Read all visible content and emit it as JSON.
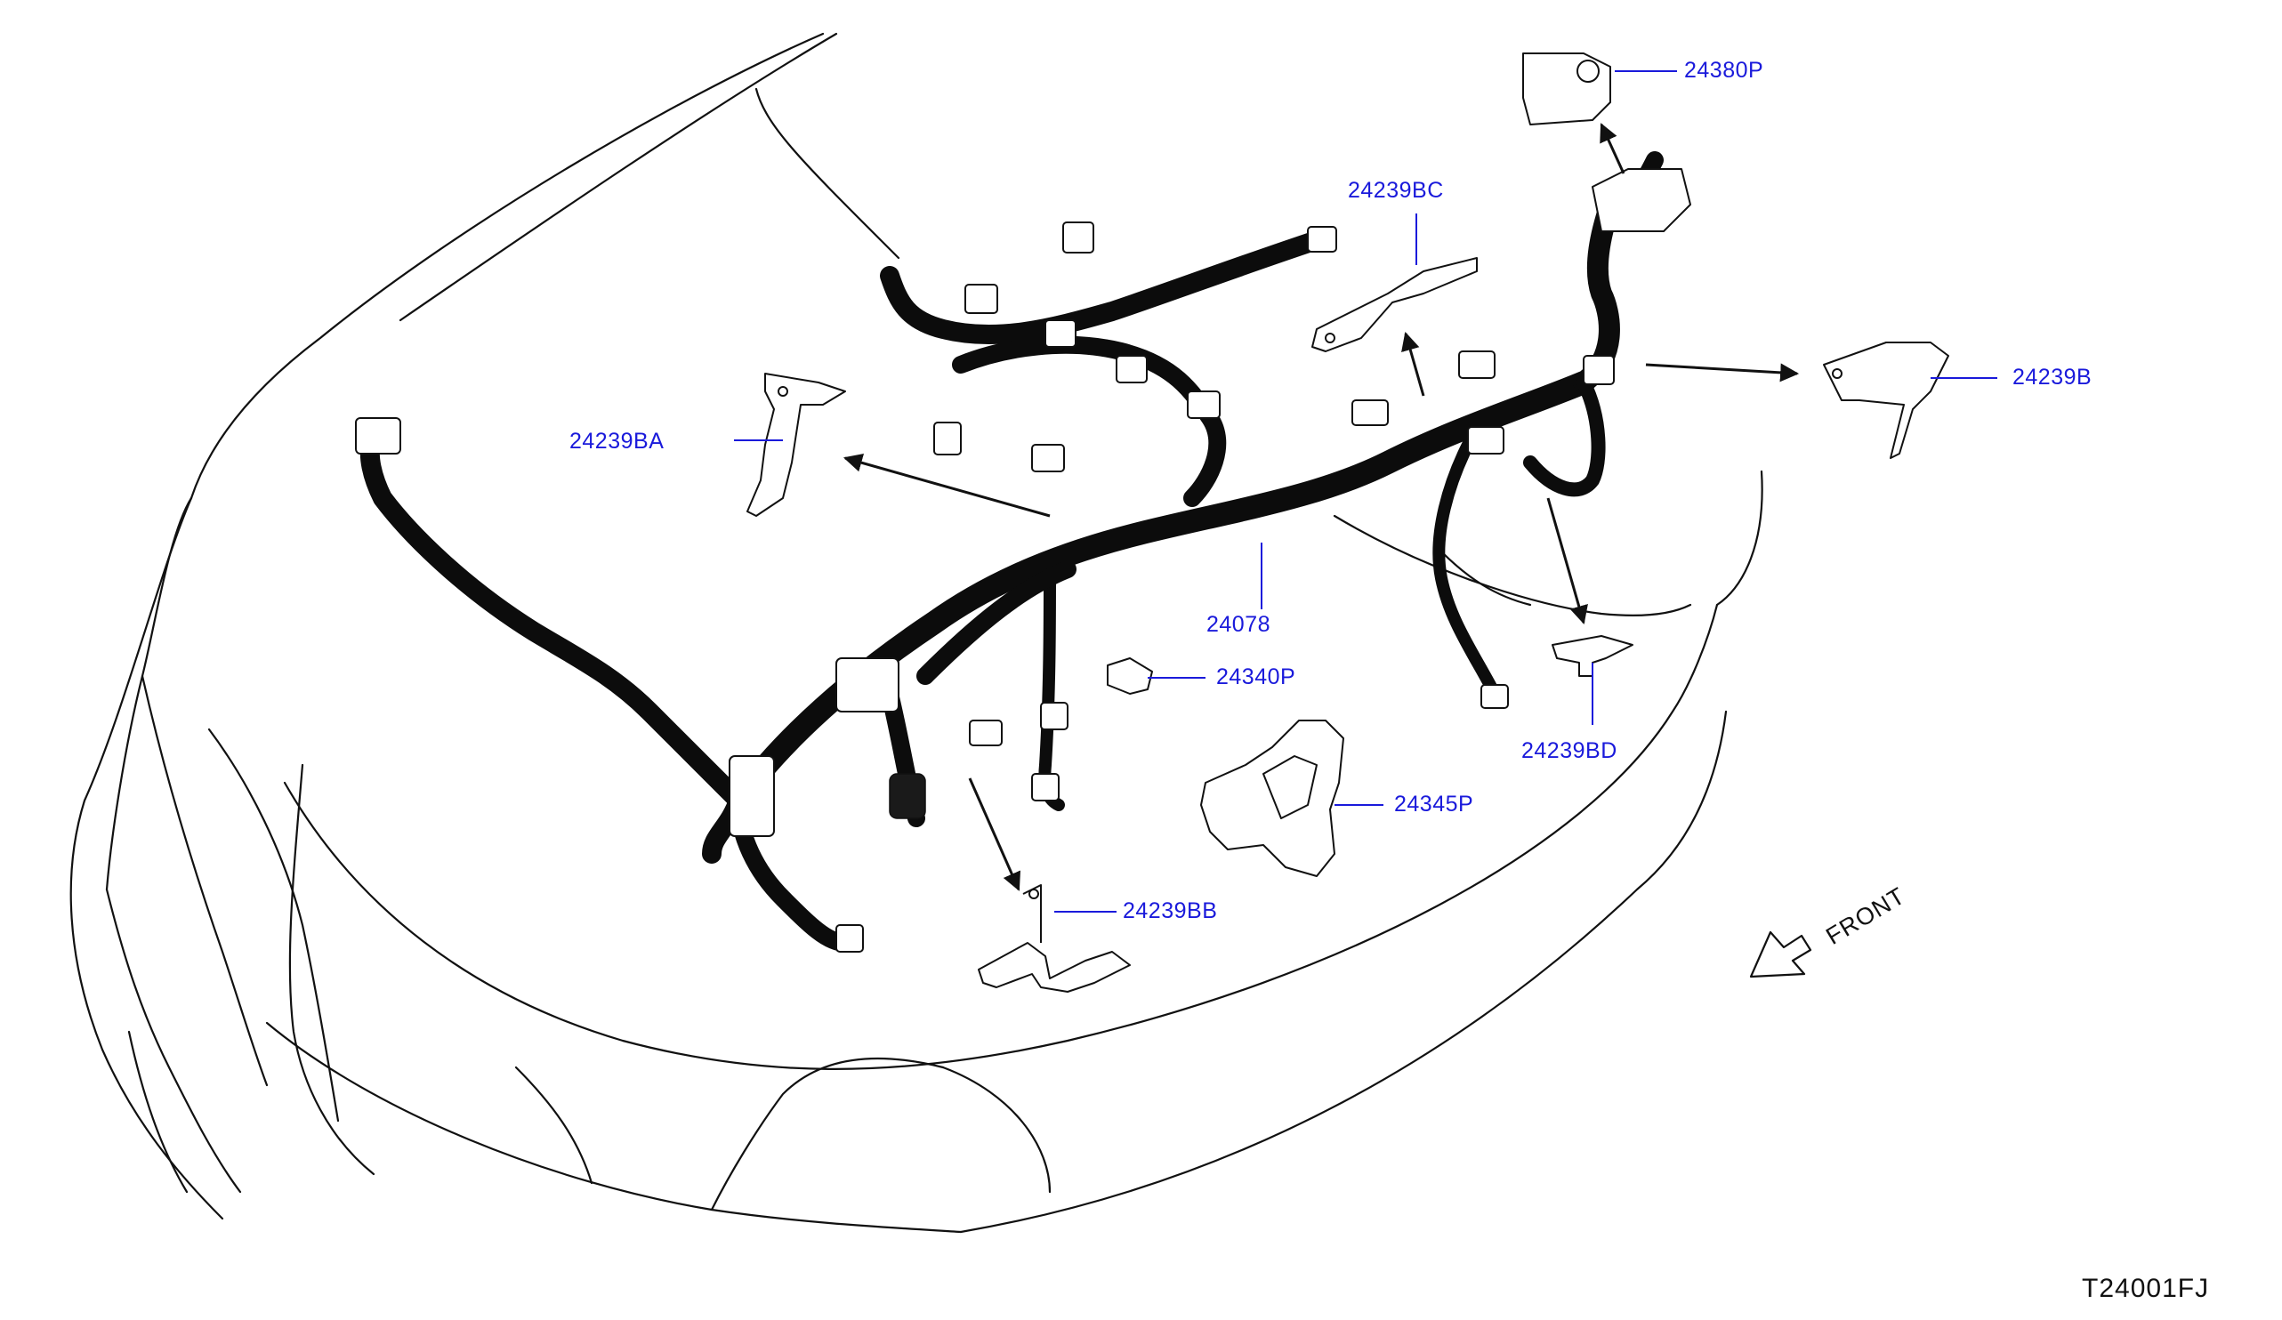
{
  "diagram": {
    "code": "T24001FJ",
    "front_label": "FRONT",
    "colors": {
      "label": "#1a1adb",
      "line": "#111111",
      "background": "#ffffff"
    },
    "parts": [
      {
        "id": "p24380P",
        "number": "24380P"
      },
      {
        "id": "p24239BC",
        "number": "24239BC"
      },
      {
        "id": "p24239B",
        "number": "24239B"
      },
      {
        "id": "p24239BA",
        "number": "24239BA"
      },
      {
        "id": "p24078",
        "number": "24078"
      },
      {
        "id": "p24340P",
        "number": "24340P"
      },
      {
        "id": "p24239BD",
        "number": "24239BD"
      },
      {
        "id": "p24345P",
        "number": "24345P"
      },
      {
        "id": "p24239BB",
        "number": "24239BB"
      }
    ]
  }
}
